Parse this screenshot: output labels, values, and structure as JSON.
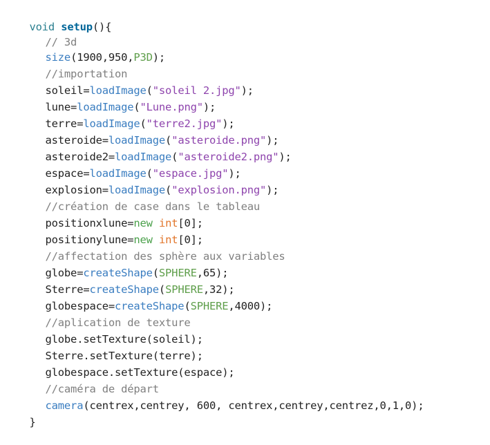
{
  "code": {
    "l01": {
      "kw": "void",
      "sp": " ",
      "fn": "setup",
      "rest": "(){"
    },
    "l02": {
      "comment": "// 3d"
    },
    "l03": {
      "fn": "size",
      "a": "(1900,950,",
      "const": "P3D",
      "b": ");"
    },
    "l04": {
      "comment": "//importation"
    },
    "l05": {
      "var": "soleil=",
      "fn": "loadImage",
      "a": "(",
      "str": "\"soleil 2.jpg\"",
      "b": ");"
    },
    "l06": {
      "var": "lune=",
      "fn": "loadImage",
      "a": "(",
      "str": "\"Lune.png\"",
      "b": ");"
    },
    "l07": {
      "var": "terre=",
      "fn": "loadImage",
      "a": "(",
      "str": "\"terre2.jpg\"",
      "b": ");"
    },
    "l08": {
      "var": "asteroide=",
      "fn": "loadImage",
      "a": "(",
      "str": "\"asteroide.png\"",
      "b": ");"
    },
    "l09": {
      "var": "asteroide2=",
      "fn": "loadImage",
      "a": "(",
      "str": "\"asteroide2.png\"",
      "b": ");"
    },
    "l10": {
      "var": "espace=",
      "fn": "loadImage",
      "a": "(",
      "str": "\"espace.jpg\"",
      "b": ");"
    },
    "l11": {
      "var": "explosion=",
      "fn": "loadImage",
      "a": "(",
      "str": "\"explosion.png\"",
      "b": ");"
    },
    "l12": {
      "comment": "//création de case dans le tableau"
    },
    "l13": {
      "var": "positionxlune=",
      "kw": "new",
      "sp": " ",
      "ty": "int",
      "b": "[0];"
    },
    "l14": {
      "var": "positionylune=",
      "kw": "new",
      "sp": " ",
      "ty": "int",
      "b": "[0];"
    },
    "l15": {
      "comment": "//affectation des sphère aux variables"
    },
    "l16": {
      "var": "globe=",
      "fn": "createShape",
      "a": "(",
      "const": "SPHERE",
      "b": ",65);"
    },
    "l17": {
      "var": "Sterre=",
      "fn": "createShape",
      "a": "(",
      "const": "SPHERE",
      "b": ",32);"
    },
    "l18": {
      "var": "globespace=",
      "fn": "createShape",
      "a": "(",
      "const": "SPHERE",
      "b": ",4000);"
    },
    "l19": {
      "comment": "//aplication de texture"
    },
    "l20": {
      "text": "globe.setTexture(soleil);"
    },
    "l21": {
      "text": "Sterre.setTexture(terre);"
    },
    "l22": {
      "text": "globespace.setTexture(espace);"
    },
    "l23": {
      "comment": "//caméra de départ"
    },
    "l24": {
      "fn": "camera",
      "b": "(centrex,centrey, 600, centrex,centrey,centrez,0,1,0);"
    },
    "l25": {
      "text": "}"
    }
  }
}
